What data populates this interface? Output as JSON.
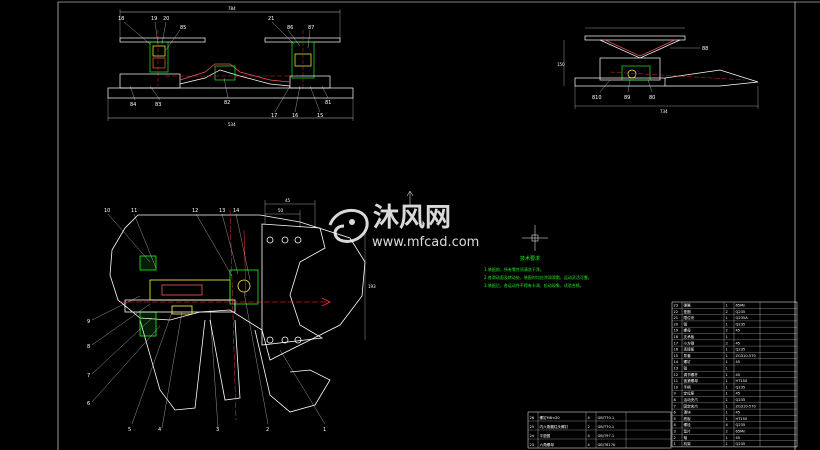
{
  "drawing": {
    "watermark": {
      "brand": "沐风网",
      "url": "www.mfcad.com"
    },
    "notes": {
      "title": "技术要求",
      "lines": [
        "1.装配前，所有零件须清洗干净。",
        "2.各滑动面及转动处，装配时均应涂润滑脂，运动灵活可靠。",
        "3.装配后，各运动件不得有卡滞、松动现象，试验合格。"
      ]
    },
    "top_view_labels": [
      "18",
      "19",
      "20",
      "85",
      "21",
      "86",
      "87",
      "82",
      "84",
      "83",
      "17",
      "16",
      "15",
      "81"
    ],
    "top_view_dims": [
      "784",
      "534"
    ],
    "side_view_labels": [
      "88",
      "810",
      "89",
      "80"
    ],
    "side_view_dims": [
      "150",
      "734"
    ],
    "main_view_labels": [
      "10",
      "11",
      "12",
      "13",
      "14",
      "9",
      "8",
      "7",
      "6",
      "5",
      "4",
      "3",
      "2",
      "1"
    ],
    "main_view_dims": [
      "45",
      "50",
      "193"
    ],
    "parts_rows": [
      [
        "23",
        "弹簧",
        "1",
        "65Mn"
      ],
      [
        "22",
        "垫圈",
        "2",
        "Q235"
      ],
      [
        "21",
        "限位块",
        "1",
        "Q235A"
      ],
      [
        "20",
        "销",
        "1",
        "Q235"
      ],
      [
        "19",
        "螺母",
        "2",
        "45"
      ],
      [
        "18",
        "支承板",
        "1",
        ""
      ],
      [
        "17",
        "小方钢",
        "2",
        "45"
      ],
      [
        "16",
        "连接板",
        "1",
        "Q235"
      ],
      [
        "15",
        "导套",
        "1",
        "ZG310-570"
      ],
      [
        "14",
        "螺钉",
        "1",
        "45"
      ],
      [
        "13",
        "销",
        "1",
        ""
      ],
      [
        "12",
        "调节螺杆",
        "1",
        "45"
      ],
      [
        "11",
        "锁紧螺母",
        "1",
        "HT150"
      ],
      [
        "10",
        "手柄",
        "1",
        "Q235"
      ],
      [
        "9",
        "定位座",
        "1",
        "45"
      ],
      [
        "8",
        "活动夹爪",
        "1",
        "Q235"
      ],
      [
        "7",
        "固定夹爪",
        "1",
        "ZG310-570"
      ],
      [
        "6",
        "滑块",
        "1",
        "45"
      ],
      [
        "5",
        "底板",
        "1",
        "HT150"
      ],
      [
        "4",
        "螺栓",
        "4",
        "Q235"
      ],
      [
        "3",
        "垫片",
        "2",
        "65Mn"
      ],
      [
        "2",
        "轴",
        "1",
        "45"
      ],
      [
        "1",
        "机架",
        "1",
        "Q235"
      ]
    ],
    "std_rows": [
      [
        "26",
        "螺钉M6×20",
        "4",
        "GB/T70.1"
      ],
      [
        "25",
        "内六角圆柱头螺钉",
        "2",
        "GB/T70.1"
      ],
      [
        "24",
        "平垫圈",
        "4",
        "GB/T97.1"
      ],
      [
        "23",
        "六角螺母",
        "4",
        "GB/T6170"
      ]
    ]
  }
}
